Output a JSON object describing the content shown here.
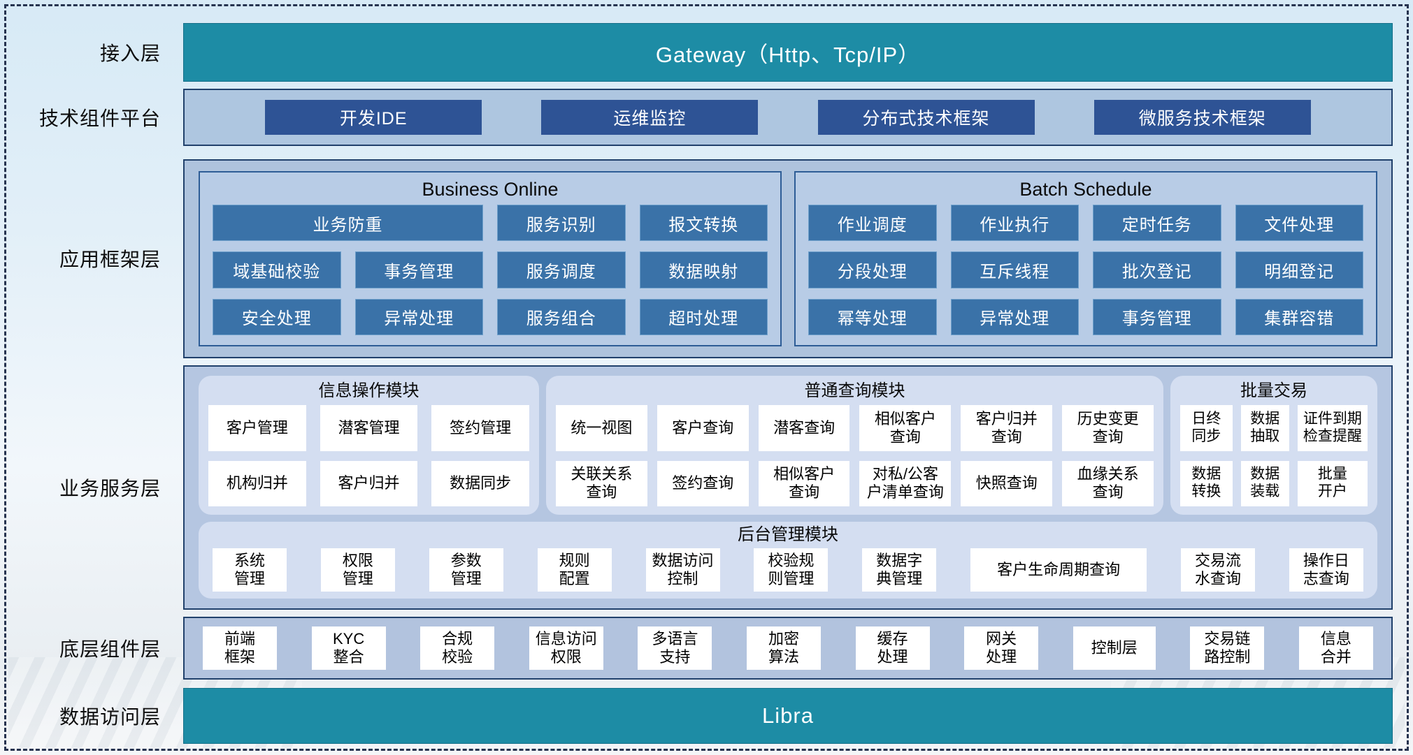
{
  "colors": {
    "teal_accent": "#1d8ca5",
    "dark_blue_button": "#2e5395",
    "steel_blue_button": "#3a72a8",
    "band_fill": "#aec3dd",
    "module_fill": "#d4def1",
    "band_border": "#21416c"
  },
  "layers": {
    "access": {
      "label": "接入层",
      "gateway_label": "Gateway（Http、Tcp/IP）"
    },
    "tech_platform": {
      "label": "技术组件平台",
      "items": [
        "开发IDE",
        "运维监控",
        "分布式技术框架",
        "微服务技术框架"
      ]
    },
    "app_framework": {
      "label": "应用框架层",
      "business_online": {
        "title": "Business Online",
        "row1": [
          "业务防重",
          "服务识别",
          "报文转换"
        ],
        "row2": [
          "域基础校验",
          "事务管理",
          "服务调度",
          "数据映射"
        ],
        "row3": [
          "安全处理",
          "异常处理",
          "服务组合",
          "超时处理"
        ]
      },
      "batch_schedule": {
        "title": "Batch Schedule",
        "row1": [
          "作业调度",
          "作业执行",
          "定时任务",
          "文件处理"
        ],
        "row2": [
          "分段处理",
          "互斥线程",
          "批次登记",
          "明细登记"
        ],
        "row3": [
          "幂等处理",
          "异常处理",
          "事务管理",
          "集群容错"
        ]
      }
    },
    "business_service": {
      "label": "业务服务层",
      "info_module": {
        "title": "信息操作模块",
        "row1": [
          "客户管理",
          "潜客管理",
          "签约管理"
        ],
        "row2": [
          "机构归并",
          "客户归并",
          "数据同步"
        ]
      },
      "query_module": {
        "title": "普通查询模块",
        "row1": [
          "统一视图",
          "客户查询",
          "潜客查询",
          "相似客户\n查询",
          "客户归并\n查询",
          "历史变更\n查询"
        ],
        "row2": [
          "关联关系\n查询",
          "签约查询",
          "相似客户\n查询",
          "对私/公客\n户清单查询",
          "快照查询",
          "血缘关系\n查询"
        ]
      },
      "batch_trade": {
        "title": "批量交易",
        "row1": [
          "日终\n同步",
          "数据\n抽取",
          "证件到期\n检查提醒"
        ],
        "row2": [
          "数据\n转换",
          "数据\n装载",
          "批量\n开户"
        ]
      },
      "admin_module": {
        "title": "后台管理模块",
        "items": [
          "系统\n管理",
          "权限\n管理",
          "参数\n管理",
          "规则\n配置",
          "数据访问\n控制",
          "校验规\n则管理",
          "数据字\n典管理",
          "客户生命周期查询",
          "交易流\n水查询",
          "操作日\n志查询"
        ]
      }
    },
    "base_components": {
      "label": "底层组件层",
      "items": [
        "前端\n框架",
        "KYC\n整合",
        "合规\n校验",
        "信息访问\n权限",
        "多语言\n支持",
        "加密\n算法",
        "缓存\n处理",
        "网关\n处理",
        "控制层",
        "交易链\n路控制",
        "信息\n合并"
      ]
    },
    "data_access": {
      "label": "数据访问层",
      "product_label": "Libra"
    }
  }
}
